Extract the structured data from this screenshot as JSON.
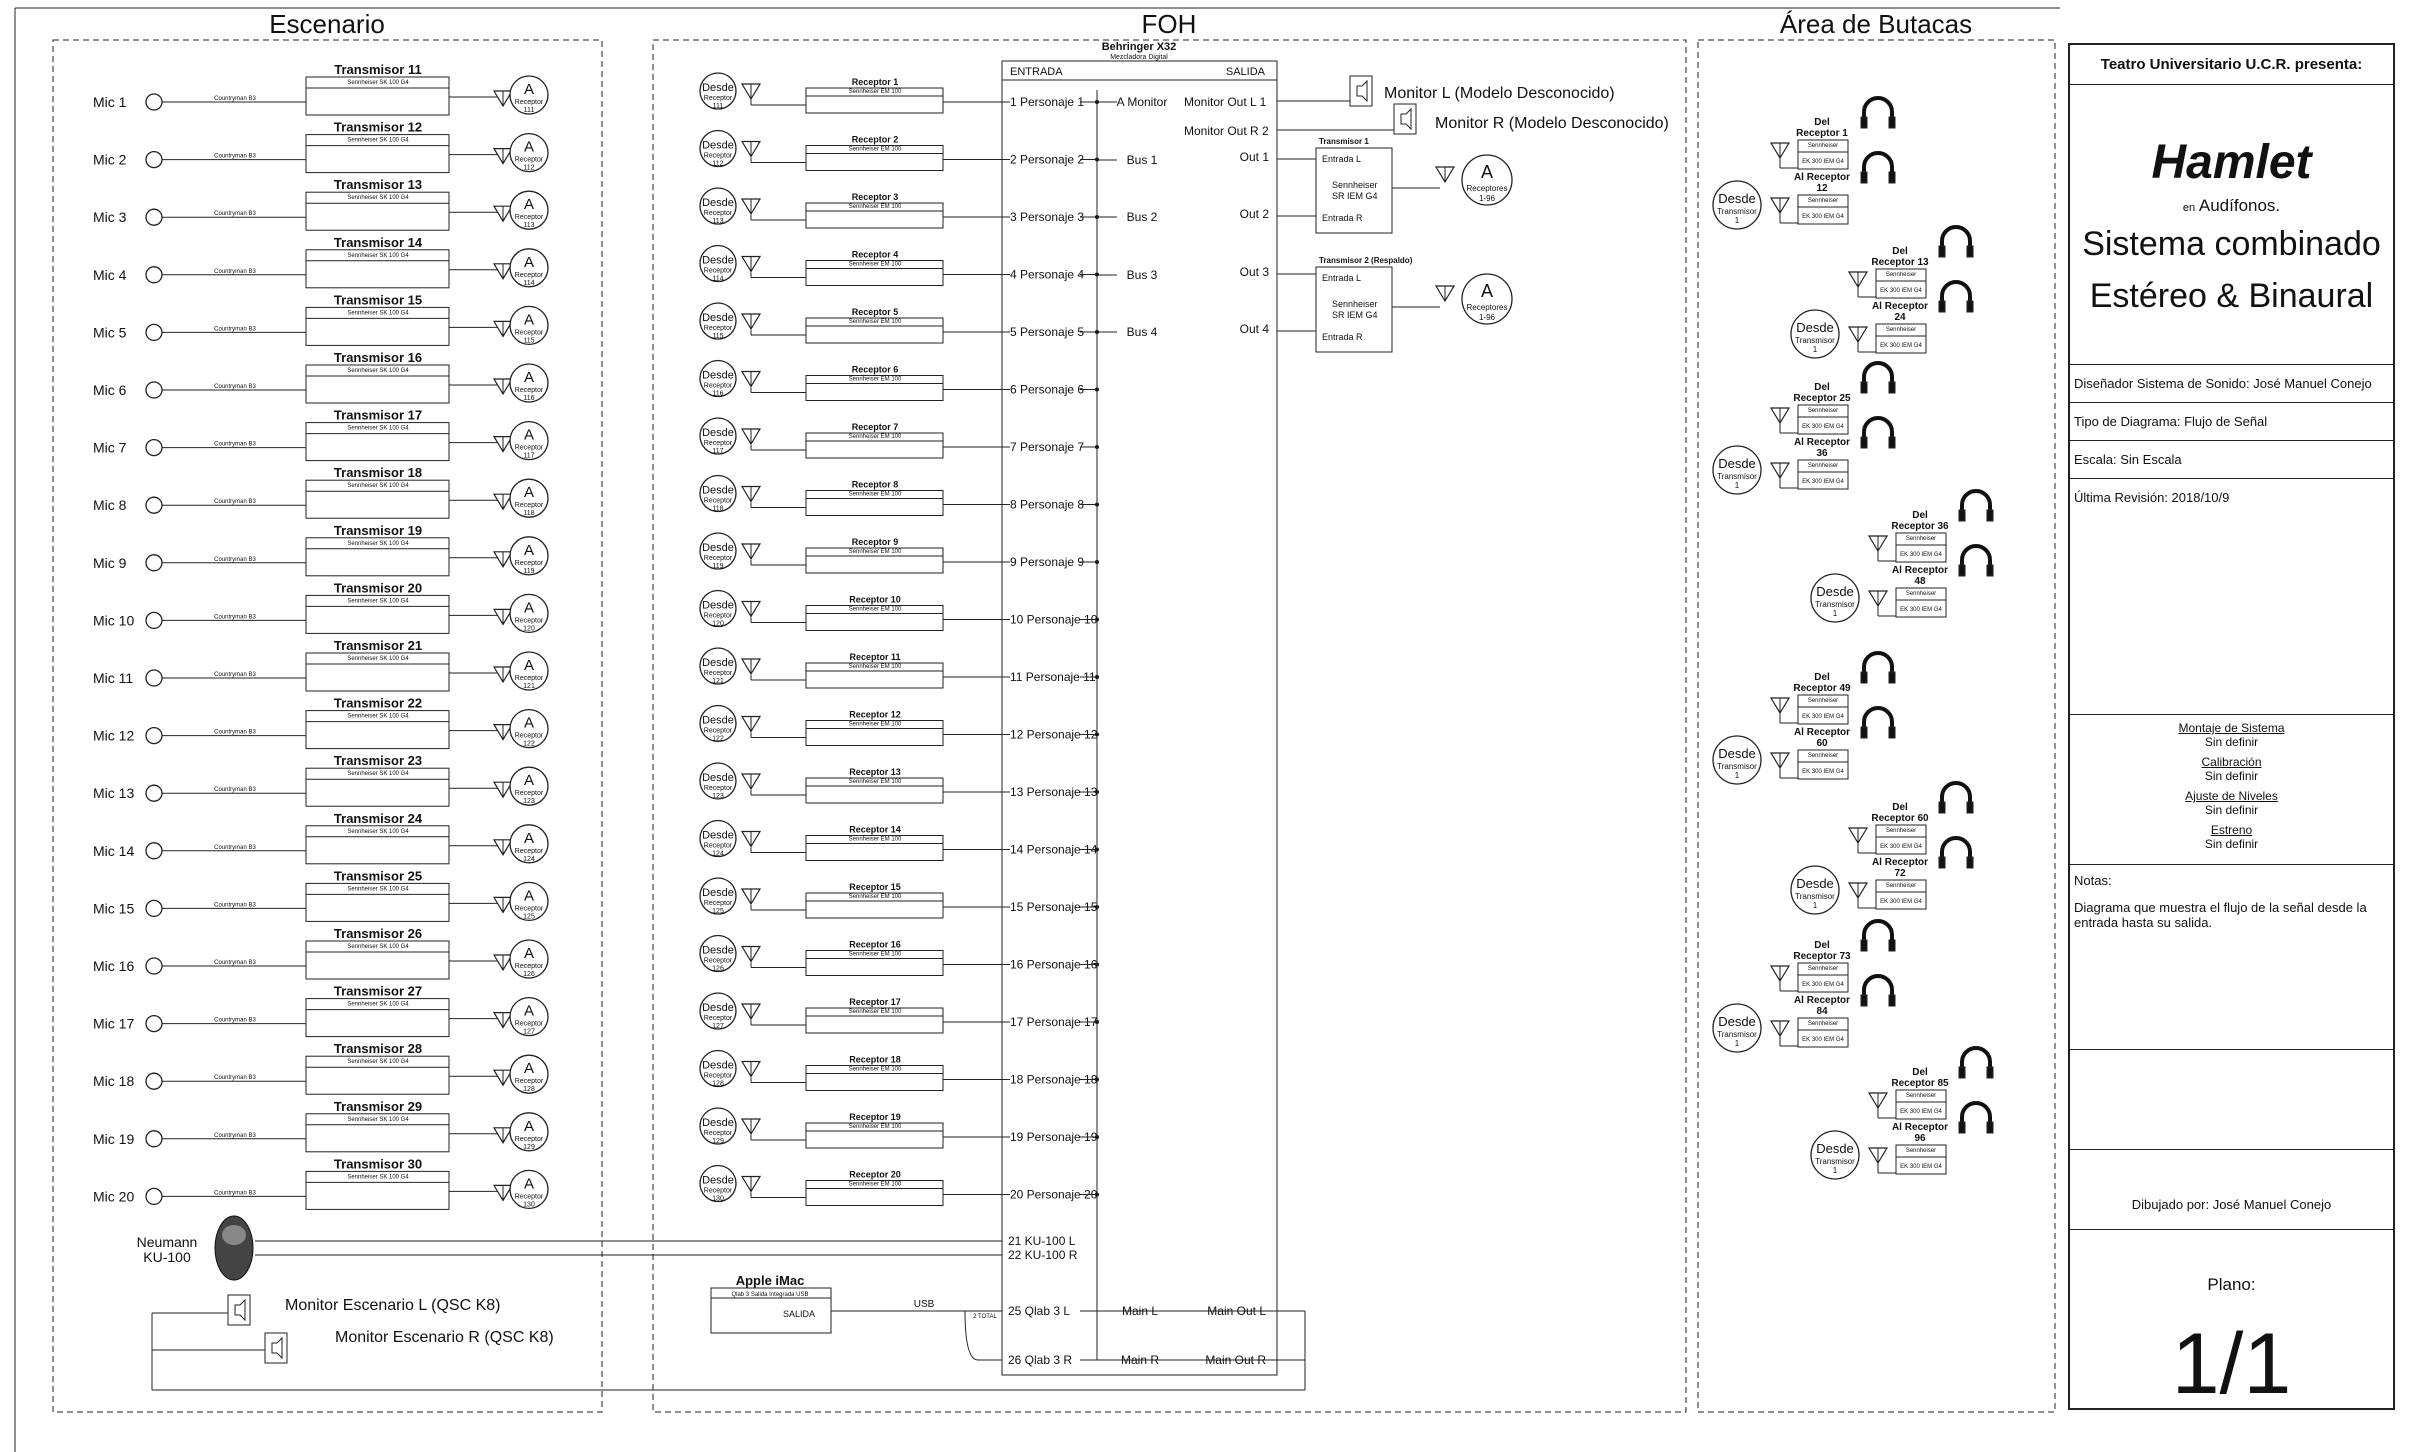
{
  "sections": {
    "stage": "Escenario",
    "foh": "FOH",
    "seating": "Área de Butacas"
  },
  "stage": {
    "mic_cable": "Countryman B3",
    "transmitter_model": "Sennheiser SK 100 G4",
    "receiver_symbol": "A",
    "receiver_word": "Receptor",
    "mics": [
      {
        "mic": "Mic 1",
        "tx": "Transmisor 11",
        "rx": "111"
      },
      {
        "mic": "Mic 2",
        "tx": "Transmisor 12",
        "rx": "112"
      },
      {
        "mic": "Mic 3",
        "tx": "Transmisor 13",
        "rx": "113"
      },
      {
        "mic": "Mic 4",
        "tx": "Transmisor 14",
        "rx": "114"
      },
      {
        "mic": "Mic 5",
        "tx": "Transmisor 15",
        "rx": "115"
      },
      {
        "mic": "Mic 6",
        "tx": "Transmisor 16",
        "rx": "116"
      },
      {
        "mic": "Mic 7",
        "tx": "Transmisor 17",
        "rx": "117"
      },
      {
        "mic": "Mic 8",
        "tx": "Transmisor 18",
        "rx": "118"
      },
      {
        "mic": "Mic 9",
        "tx": "Transmisor 19",
        "rx": "119"
      },
      {
        "mic": "Mic 10",
        "tx": "Transmisor 20",
        "rx": "120"
      },
      {
        "mic": "Mic 11",
        "tx": "Transmisor 21",
        "rx": "121"
      },
      {
        "mic": "Mic 12",
        "tx": "Transmisor 22",
        "rx": "122"
      },
      {
        "mic": "Mic 13",
        "tx": "Transmisor 23",
        "rx": "123"
      },
      {
        "mic": "Mic 14",
        "tx": "Transmisor 24",
        "rx": "124"
      },
      {
        "mic": "Mic 15",
        "tx": "Transmisor 25",
        "rx": "125"
      },
      {
        "mic": "Mic 16",
        "tx": "Transmisor 26",
        "rx": "126"
      },
      {
        "mic": "Mic 17",
        "tx": "Transmisor 27",
        "rx": "127"
      },
      {
        "mic": "Mic 18",
        "tx": "Transmisor 28",
        "rx": "128"
      },
      {
        "mic": "Mic 19",
        "tx": "Transmisor 29",
        "rx": "129"
      },
      {
        "mic": "Mic 20",
        "tx": "Transmisor 30",
        "rx": "130"
      }
    ],
    "neumann": [
      "Neumann",
      "KU-100"
    ],
    "monitor_l": "Monitor Escenario L (QSC K8)",
    "monitor_r": "Monitor Escenario R (QSC K8)"
  },
  "foh": {
    "from_word": "Desde",
    "receiver_word": "Receptor",
    "receiver_model": "Sennheiser EM 100",
    "receivers": [
      {
        "name": "Receptor 1",
        "src": "111",
        "ch": "1 Personaje 1"
      },
      {
        "name": "Receptor 2",
        "src": "112",
        "ch": "2 Personaje 2"
      },
      {
        "name": "Receptor 3",
        "src": "113",
        "ch": "3 Personaje 3"
      },
      {
        "name": "Receptor 4",
        "src": "114",
        "ch": "4 Personaje 4"
      },
      {
        "name": "Receptor 5",
        "src": "115",
        "ch": "5 Personaje 5"
      },
      {
        "name": "Receptor 6",
        "src": "116",
        "ch": "6 Personaje 6"
      },
      {
        "name": "Receptor 7",
        "src": "117",
        "ch": "7 Personaje 7"
      },
      {
        "name": "Receptor 8",
        "src": "118",
        "ch": "8 Personaje 8"
      },
      {
        "name": "Receptor 9",
        "src": "119",
        "ch": "9 Personaje 9"
      },
      {
        "name": "Receptor 10",
        "src": "120",
        "ch": "10 Personaje 10"
      },
      {
        "name": "Receptor 11",
        "src": "121",
        "ch": "11 Personaje 11"
      },
      {
        "name": "Receptor 12",
        "src": "122",
        "ch": "12 Personaje 12"
      },
      {
        "name": "Receptor 13",
        "src": "123",
        "ch": "13 Personaje 13"
      },
      {
        "name": "Receptor 14",
        "src": "124",
        "ch": "14 Personaje 14"
      },
      {
        "name": "Receptor 15",
        "src": "125",
        "ch": "15 Personaje 15"
      },
      {
        "name": "Receptor 16",
        "src": "126",
        "ch": "16 Personaje 16"
      },
      {
        "name": "Receptor 17",
        "src": "127",
        "ch": "17 Personaje 17"
      },
      {
        "name": "Receptor 18",
        "src": "128",
        "ch": "18 Personaje 18"
      },
      {
        "name": "Receptor 19",
        "src": "129",
        "ch": "19 Personaje 19"
      },
      {
        "name": "Receptor 20",
        "src": "130",
        "ch": "20 Personaje 20"
      }
    ],
    "mixer_name": "Behringer X32",
    "mixer_sub": "Mezcladora Digital",
    "input_header": "ENTRADA",
    "output_header": "SALIDA",
    "buses": [
      "A Monitor",
      "Bus 1",
      "Bus 2",
      "Bus 3",
      "Bus 4"
    ],
    "outs": [
      "Monitor Out L 1",
      "Monitor Out R 2",
      "Out 1",
      "Out 2",
      "Out 3",
      "Out 4"
    ],
    "ku_l": "21 KU-100 L",
    "ku_r": "22 KU-100 R",
    "qlab_l": "25 Qlab 3 L",
    "qlab_r": "26 Qlab 3 R",
    "main_l": "Main L",
    "main_r": "Main R",
    "main_out_l": "Main Out L",
    "main_out_r": "Main Out R",
    "imac": "Apple iMac",
    "imac_sub": "Qlab 3 Salida Integrada USB",
    "imac_out": "SALIDA",
    "usb": "USB",
    "usb_sub": "2 TOTAL",
    "monitor_l": "Monitor L (Modelo Desconocido)",
    "monitor_r": "Monitor R (Modelo Desconocido)",
    "tx1": {
      "title": "Transmisor 1",
      "in_l": "Entrada L",
      "model1": "Sennheiser",
      "model2": "SR IEM G4",
      "in_r": "Entrada R"
    },
    "tx2": {
      "title": "Transmisor 2 (Respaldo)",
      "in_l": "Entrada L",
      "model1": "Sennheiser",
      "model2": "SR IEM G4",
      "in_r": "Entrada R"
    },
    "receivers_label": "Receptores",
    "receivers_range": "1-96"
  },
  "seating": {
    "from_word": "Desde",
    "tx_word": "Transmisor",
    "tx_num": "1",
    "model1": "Sennheiser",
    "model2": "EK 300 IEM G4",
    "groups": [
      {
        "from": "Del",
        "start": "Receptor 1",
        "to": "Al Receptor",
        "end": "12"
      },
      {
        "from": "Del",
        "start": "Receptor 13",
        "to": "Al Receptor",
        "end": "24"
      },
      {
        "from": "Del",
        "start": "Receptor 25",
        "to": "Al Receptor",
        "end": "36"
      },
      {
        "from": "Del",
        "start": "Receptor 36",
        "to": "Al Receptor",
        "end": "48"
      },
      {
        "from": "Del",
        "start": "Receptor 49",
        "to": "Al Receptor",
        "end": "60"
      },
      {
        "from": "Del",
        "start": "Receptor 60",
        "to": "Al Receptor",
        "end": "72"
      },
      {
        "from": "Del",
        "start": "Receptor 73",
        "to": "Al Receptor",
        "end": "84"
      },
      {
        "from": "Del",
        "start": "Receptor 85",
        "to": "Al Receptor",
        "end": "96"
      }
    ]
  },
  "titleblock": {
    "presents": "Teatro Universitario U.C.R. presenta:",
    "play": "Hamlet",
    "in_word": "en",
    "in_device": "Audífonos.",
    "system1": "Sistema combinado",
    "system2": "Estéreo & Binaural",
    "designer": "Diseñador Sistema de Sonido: José Manuel Conejo",
    "diagram_type": "Tipo de Diagrama: Flujo de Señal",
    "scale": "Escala: Sin Escala",
    "revision": "Última Revisión: 2018/10/9",
    "milestones": [
      {
        "label": "Montaje de Sistema",
        "value": "Sin definir"
      },
      {
        "label": "Calibración",
        "value": "Sin definir"
      },
      {
        "label": "Ajuste de Niveles",
        "value": "Sin definir"
      },
      {
        "label": "Estreno",
        "value": "Sin definir"
      }
    ],
    "notes_label": "Notas:",
    "notes": "Diagrama que muestra el flujo de la señal desde la entrada hasta su salida.",
    "drawn_by": "Dibujado por: José Manuel Conejo",
    "plano_label": "Plano:",
    "plano": "1/1"
  }
}
